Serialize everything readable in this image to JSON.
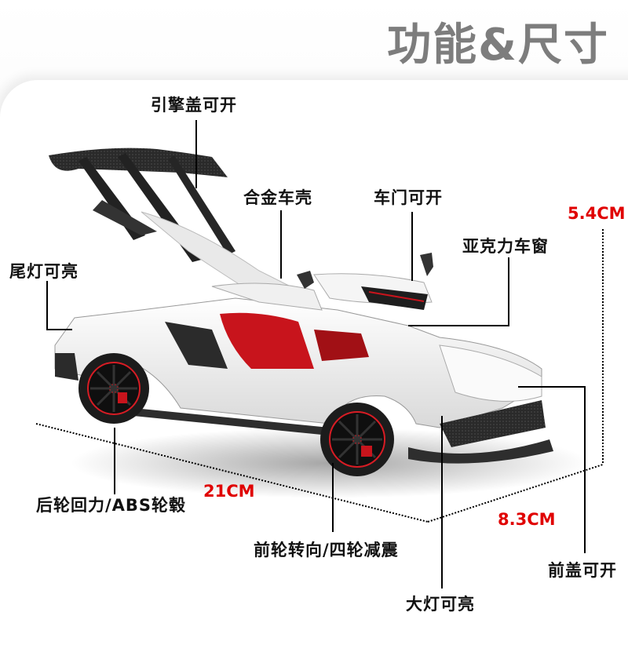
{
  "header": {
    "title": "功能&尺寸"
  },
  "product": {
    "name": "model-supercar",
    "body_color": "#f2f2f2",
    "interior_color": "#c8141c",
    "carbon_color": "#2b2b2b"
  },
  "callouts": [
    {
      "id": "engine-cover",
      "label": "引擎盖可开"
    },
    {
      "id": "alloy-body",
      "label": "合金车壳"
    },
    {
      "id": "doors",
      "label": "车门可开"
    },
    {
      "id": "acrylic-window",
      "label": "亚克力车窗"
    },
    {
      "id": "tail-light",
      "label": "尾灯可亮"
    },
    {
      "id": "rear-wheel",
      "label": "后轮回力/ABS轮毂"
    },
    {
      "id": "front-wheel",
      "label": "前轮转向/四轮减震"
    },
    {
      "id": "headlight",
      "label": "大灯可亮"
    },
    {
      "id": "front-hood",
      "label": "前盖可开"
    }
  ],
  "dimensions": {
    "length": "21CM",
    "width": "8.3CM",
    "height": "5.4CM",
    "color": "#e00000"
  }
}
